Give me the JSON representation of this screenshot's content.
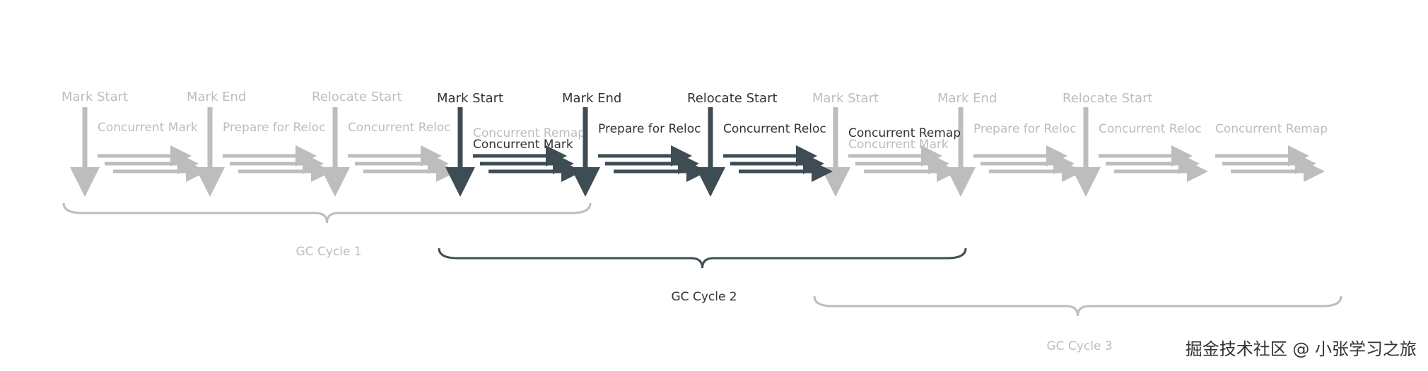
{
  "colors": {
    "faded": "#bdbdbd",
    "active": "#3e4d54",
    "active_text": "#333333"
  },
  "cycles": [
    {
      "state": "faded",
      "phases": [
        {
          "event": "Mark Start",
          "activity": "Concurrent Mark"
        },
        {
          "event": "Mark End",
          "activity": "Prepare for Reloc"
        },
        {
          "event": "Relocate Start",
          "activity": "Concurrent Reloc"
        }
      ],
      "brace_label": "GC Cycle 1"
    },
    {
      "state": "active",
      "phases": [
        {
          "event": "Mark Start",
          "activity_top": "Concurrent Remap",
          "activity": "Concurrent Mark"
        },
        {
          "event": "Mark End",
          "activity": "Prepare for Reloc"
        },
        {
          "event": "Relocate Start",
          "activity": "Concurrent Reloc"
        }
      ],
      "brace_label": "GC Cycle 2"
    },
    {
      "state": "faded",
      "phases": [
        {
          "event": "Mark Start",
          "activity_top": "Concurrent Remap",
          "activity": "Concurrent Mark"
        },
        {
          "event": "Mark End",
          "activity": "Prepare for Reloc"
        },
        {
          "event": "Relocate Start",
          "activity": "Concurrent Reloc"
        },
        {
          "activity": "Concurrent Remap"
        }
      ],
      "brace_label": "GC Cycle 3"
    }
  ],
  "watermark": "掘金技术社区 @ 小张学习之旅"
}
